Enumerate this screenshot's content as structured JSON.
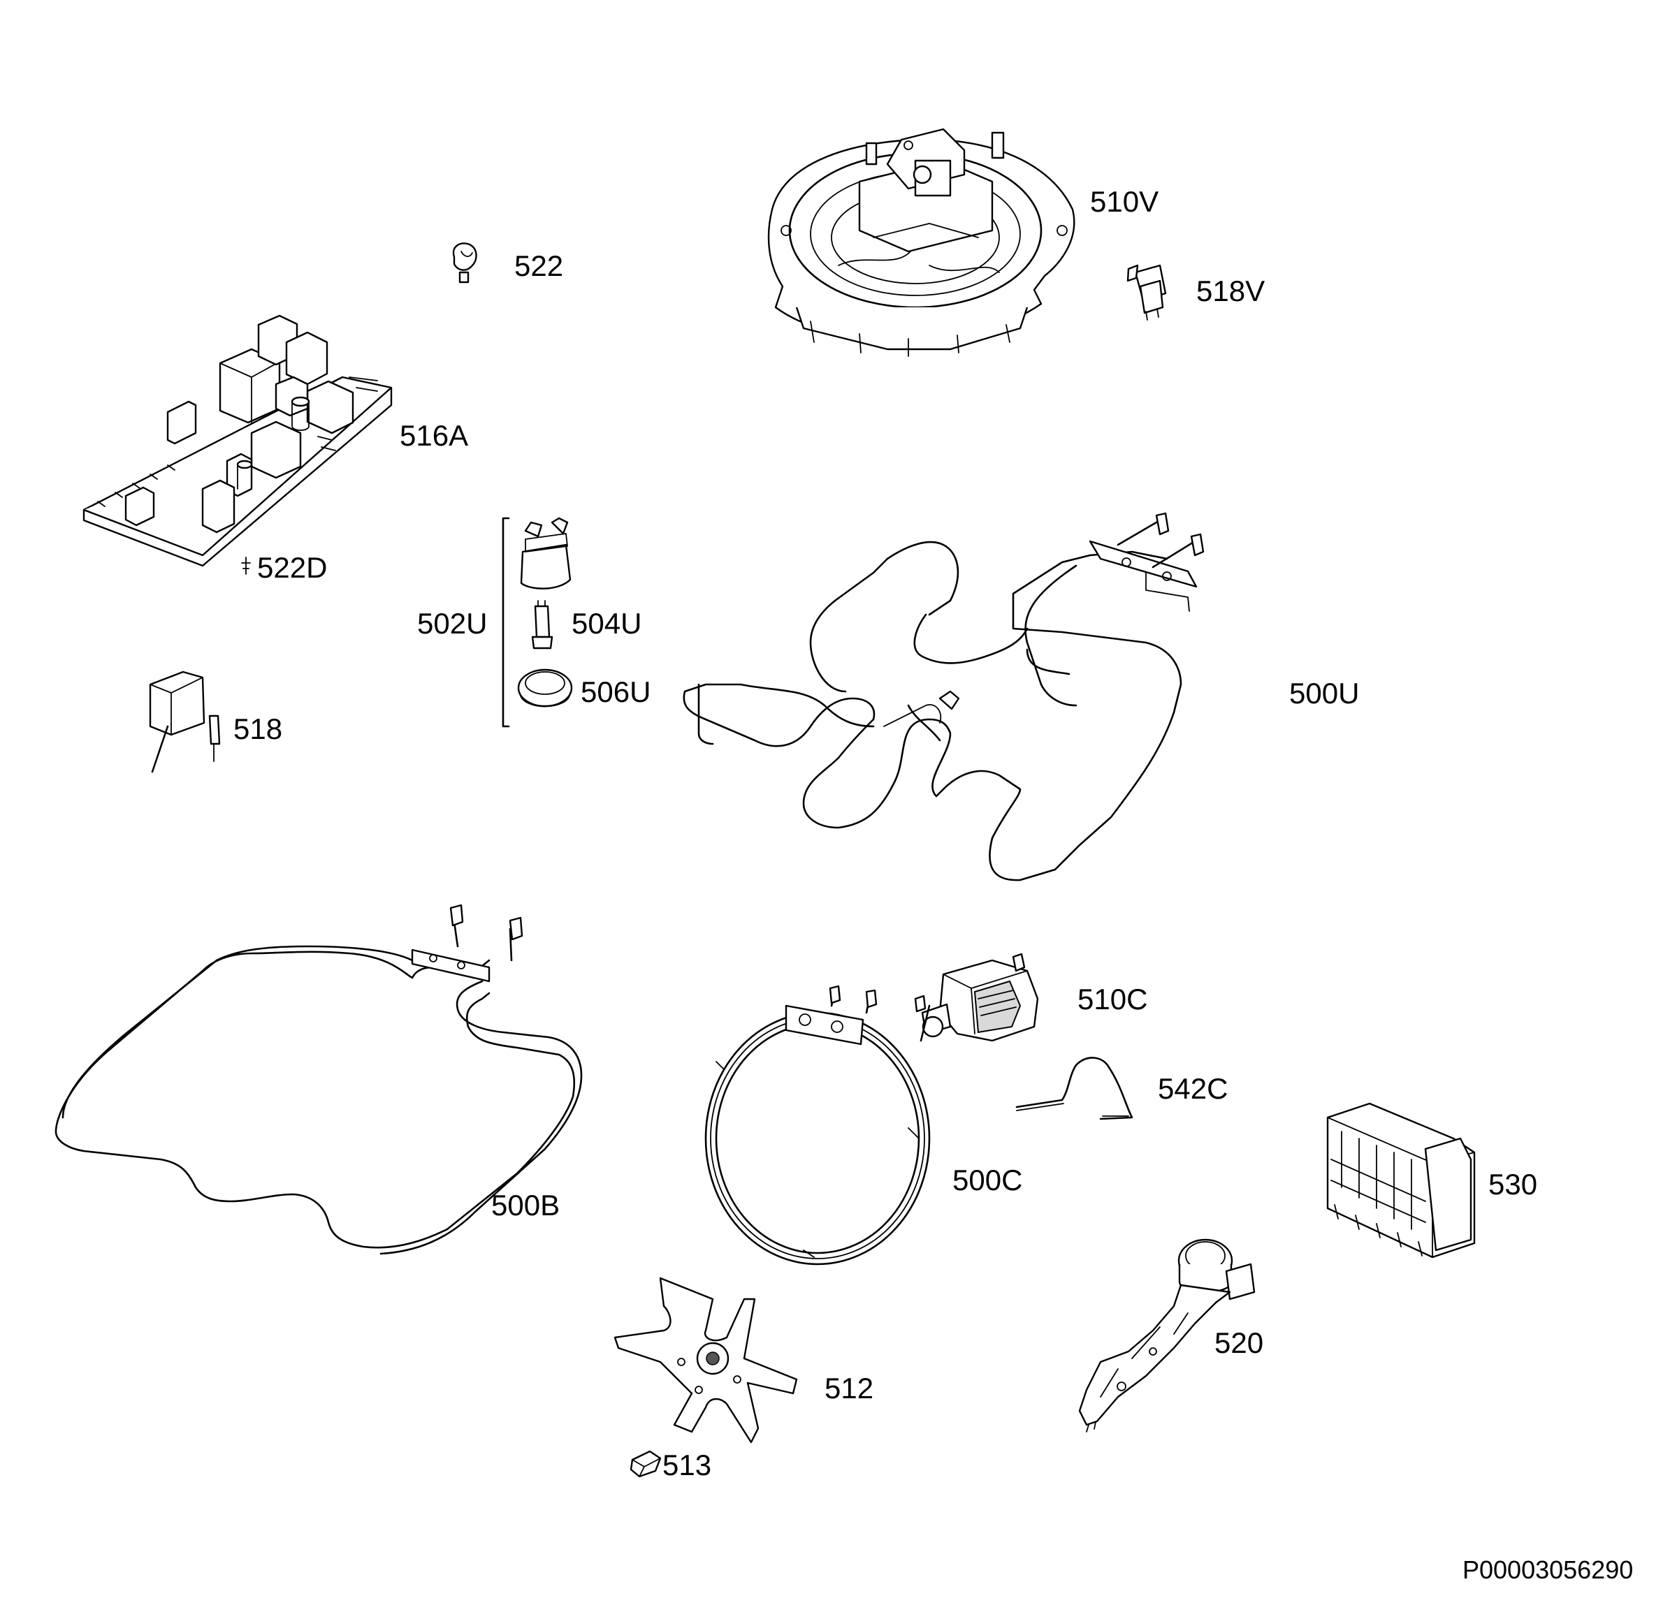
{
  "parts": {
    "p510V": "510V",
    "p522": "522",
    "p518V": "518V",
    "p516A": "516A",
    "p522D": "522D",
    "p502U": "502U",
    "p504U": "504U",
    "p506U": "506U",
    "p500U": "500U",
    "p518": "518",
    "p510C": "510C",
    "p542C": "542C",
    "p500C": "500C",
    "p500B": "500B",
    "p530": "530",
    "p520": "520",
    "p512": "512",
    "p513": "513"
  },
  "document_id": "P00003056290"
}
